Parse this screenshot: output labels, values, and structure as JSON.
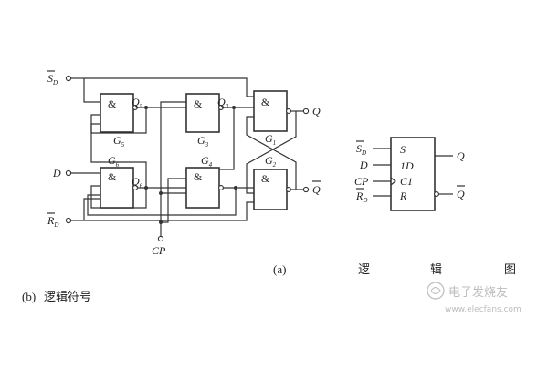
{
  "circuit": {
    "gates": [
      {
        "id": "G5",
        "symbol": "&",
        "output_label": "Q",
        "output_sub": "5",
        "name": "G",
        "name_sub": "5"
      },
      {
        "id": "G3",
        "symbol": "&",
        "output_label": "Q",
        "output_sub": "3",
        "name": "G",
        "name_sub": "3"
      },
      {
        "id": "G1",
        "symbol": "&",
        "name": "G",
        "name_sub": "1"
      },
      {
        "id": "G6",
        "symbol": "&",
        "output_label": "Q",
        "output_sub": "6",
        "name": "G",
        "name_sub": "6"
      },
      {
        "id": "G4",
        "symbol": "&",
        "name": "G",
        "name_sub": "4"
      },
      {
        "id": "G2",
        "symbol": "&",
        "name": "G",
        "name_sub": "2"
      }
    ],
    "inputs": {
      "sd": {
        "label": "S",
        "sub": "D"
      },
      "d": {
        "label": "D"
      },
      "rd": {
        "label": "R",
        "sub": "D"
      },
      "cp": {
        "label": "CP"
      }
    },
    "outputs": {
      "q": {
        "label": "Q"
      },
      "qbar": {
        "label": "Q"
      }
    }
  },
  "symbol_block": {
    "left_labels": [
      {
        "label": "S",
        "sub": "D"
      },
      {
        "label": "D"
      },
      {
        "label": "CP"
      },
      {
        "label": "R",
        "sub": "D"
      }
    ],
    "inner_labels": [
      "S",
      "1D",
      "C1",
      "R"
    ],
    "right_labels": [
      "Q",
      "Q"
    ]
  },
  "captions": {
    "a_marker": "(a)",
    "a_title": [
      "逻",
      "辑",
      "图"
    ],
    "b_marker": "(b)",
    "b_title": "逻辑符号"
  },
  "watermark": {
    "brand": "电子发烧友",
    "url": "www.elecfans.com"
  }
}
